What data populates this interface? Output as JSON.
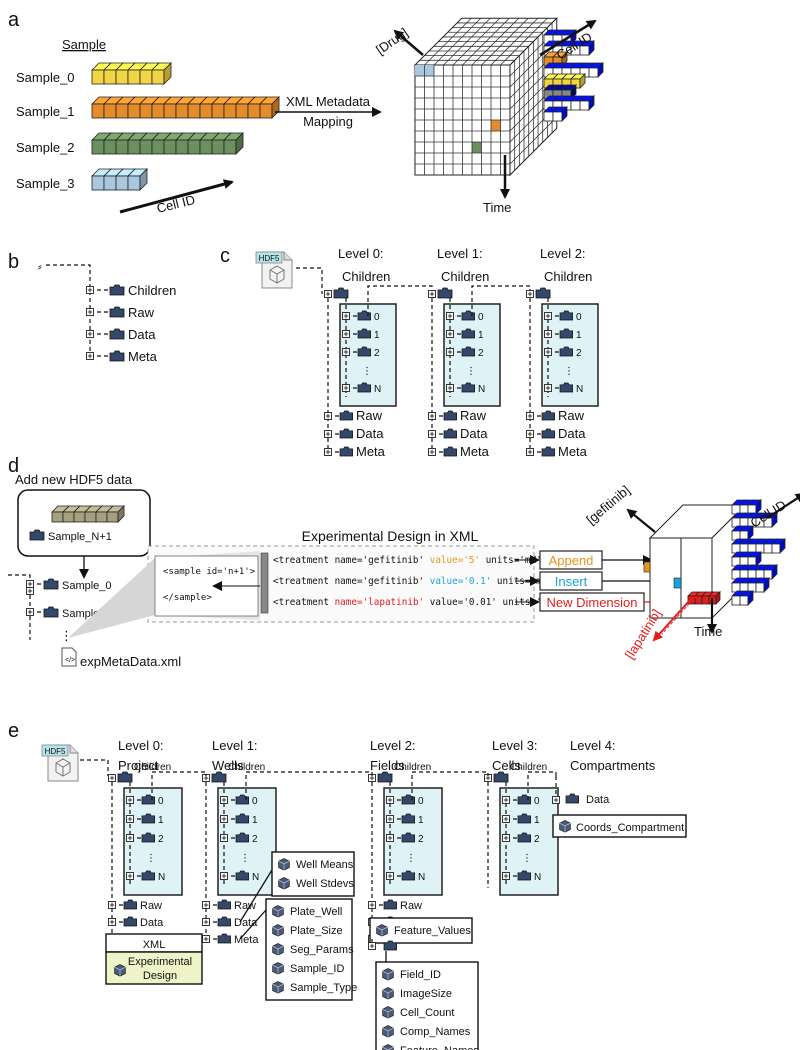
{
  "panels": {
    "a": "a",
    "b": "b",
    "c": "c",
    "d": "d",
    "e": "e"
  },
  "panel_a": {
    "sample_header": "Sample",
    "samples": [
      {
        "label": "Sample_0",
        "color": "#f2d544",
        "blocks": 6
      },
      {
        "label": "Sample_1",
        "color": "#e48c2c",
        "blocks": 15
      },
      {
        "label": "Sample_2",
        "color": "#6b8f5e",
        "blocks": 12
      },
      {
        "label": "Sample_3",
        "color": "#a9c8df",
        "blocks": 4
      }
    ],
    "cell_id_axis": "Cell ID",
    "mapping_line1": "XML Metadata",
    "mapping_line2": "Mapping",
    "cube_axis_drug": "[Drug]",
    "cube_axis_cell": "Cell ID",
    "cube_axis_time": "Time"
  },
  "panel_b": {
    "items": [
      "Children",
      "Raw",
      "Data",
      "Meta"
    ]
  },
  "panel_c": {
    "hdf5": "HDF5",
    "levels": [
      {
        "title": "Level 0:",
        "sub": "Children"
      },
      {
        "title": "Level 1:",
        "sub": "Children"
      },
      {
        "title": "Level 2:",
        "sub": "Children"
      }
    ],
    "children": [
      "0",
      "1",
      "2",
      "⋮",
      "N"
    ],
    "items": [
      "Raw",
      "Data",
      "Meta"
    ]
  },
  "panel_d": {
    "add_title": "Add new HDF5 data",
    "new_sample": "Sample_N+1",
    "samples": [
      "Sample_0",
      "Sample_1",
      "⋮"
    ],
    "xml_file": "expMetaData.xml",
    "xml_title": "Experimental Design in XML",
    "sample_open": "<sample  id='n+1'>",
    "sample_close": "</sample>",
    "treatments": [
      {
        "pre": "<treatment name='gefitinib'  ",
        "mid": "value='5'",
        "post": "  units='mM'/>",
        "action": "Append",
        "color": "#e8941a"
      },
      {
        "pre": "<treatment name='gefitinib'  ",
        "mid": "value='0.1'",
        "post": "  units='mM'/>",
        "action": "Insert",
        "color": "#1aa3d8"
      },
      {
        "pre": "<treatment ",
        "mid": "name='lapatinib'",
        "post": "  value='0.01'  units='mM'/>",
        "action": "New Dimension",
        "color": "#e01e1e"
      }
    ],
    "cube_axis_gefitinib": "[gefitinib]",
    "cube_axis_cell": "Cell ID",
    "cube_axis_time": "Time",
    "cube_axis_lapatinib": "[lapatinib]"
  },
  "panel_e": {
    "hdf5": "HDF5",
    "levels": [
      {
        "title": "Level 0:",
        "sub": "Project"
      },
      {
        "title": "Level 1:",
        "sub": "Wells"
      },
      {
        "title": "Level 2:",
        "sub": "Fields"
      },
      {
        "title": "Level 3:",
        "sub": "Cells"
      },
      {
        "title": "Level 4:",
        "sub": "Compartments"
      }
    ],
    "children_label": "Children",
    "children": [
      "0",
      "1",
      "2",
      "⋮",
      "N"
    ],
    "items": [
      "Raw",
      "Data",
      "Meta"
    ],
    "xml_header": "XML",
    "xml_item_line1": "Experimental",
    "xml_item_line2": "Design",
    "well_data": [
      "Well Means",
      "Well Stdevs"
    ],
    "well_meta": [
      "Plate_Well",
      "Plate_Size",
      "Seg_Params",
      "Sample_ID",
      "Sample_Type"
    ],
    "field_data": [
      "Feature_Values"
    ],
    "field_meta": [
      "Field_ID",
      "ImageSize",
      "Cell_Count",
      "Comp_Names",
      "Feature_Names"
    ],
    "compartment_data_label": "Data",
    "compartment_data": [
      "Coords_Compartment"
    ]
  }
}
